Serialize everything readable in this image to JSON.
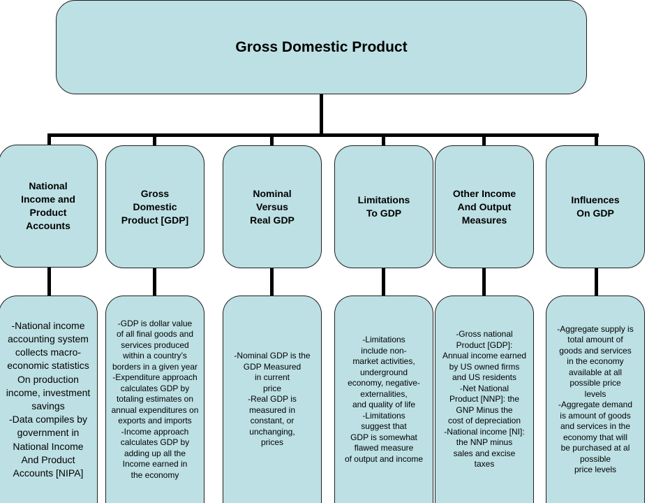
{
  "root": {
    "title": "Gross Domestic Product"
  },
  "columns": [
    {
      "header": "National\nIncome and\n Product\n Accounts",
      "detail": "-National income\n accounting system\ncollects macro-\neconomic statistics\nOn production\nincome, investment\nsavings\n-Data compiles by\ngovernment in\nNational Income\nAnd Product\nAccounts [NIPA]"
    },
    {
      "header": "Gross\n Domestic\n Product [GDP]",
      "detail": "-GDP is dollar value\n of all final goods and\nservices produced\nwithin a country’s\nborders in a given year\n-Expenditure approach\ncalculates GDP by\ntotaling estimates on\nannual expenditures on\nexports and imports\n-Income approach\ncalculates GDP by\nadding up all the\nIncome earned in\nthe economy"
    },
    {
      "header": "Nominal\nVersus\nReal GDP",
      "detail": "-Nominal GDP is the\nGDP Measured\nin current\nprice\n-Real GDP is\nmeasured in\nconstant, or\nunchanging,\nprices"
    },
    {
      "header": "Limitations\n To GDP",
      "detail": "-Limitations\ninclude non-\nmarket activities,\nunderground\neconomy, negative-\nexternalities,\nand quality of life\n-Limitations\nsuggest that\nGDP is somewhat\nflawed measure\nof output and income"
    },
    {
      "header": "Other Income\nAnd Output\nMeasures",
      "detail": "-Gross national\nProduct [GDP]:\nAnnual income earned\nby US owned firms\nand US residents\n-Net National\nProduct [NNP]: the\nGNP Minus the\ncost of depreciation\n-National income [NI]:\nthe NNP minus\nsales and excise\ntaxes"
    },
    {
      "header": "Influences\n On GDP",
      "detail": "-Aggregate supply is\ntotal amount of\ngoods and services\nin the economy\navailable at all\npossible price\nlevels\n-Aggregate demand\nis amount of goods\nand services in the\neconomy that will\nbe purchased at al\npossible\nprice levels"
    }
  ]
}
